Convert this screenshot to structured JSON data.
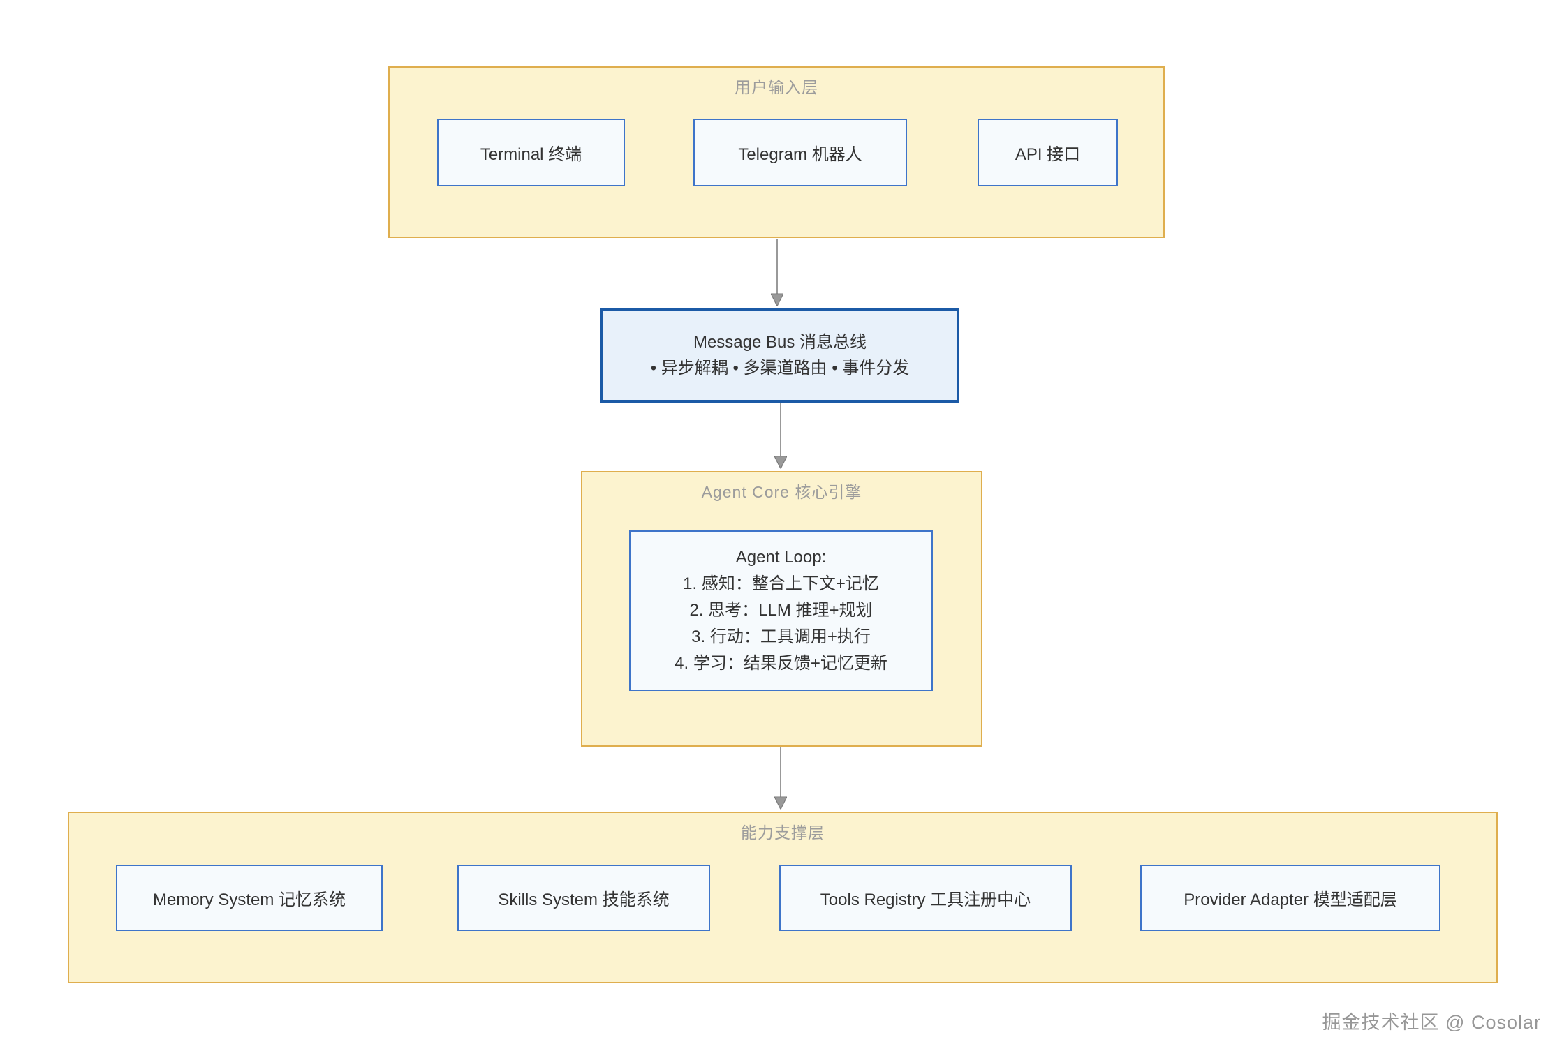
{
  "diagram": {
    "user_input_layer": {
      "title": "用户输入层",
      "nodes": [
        {
          "label": "Terminal 终端"
        },
        {
          "label": "Telegram 机器人"
        },
        {
          "label": "API 接口"
        }
      ]
    },
    "message_bus": {
      "line1": "Message Bus 消息总线",
      "line2": "• 异步解耦 • 多渠道路由 • 事件分发"
    },
    "agent_core": {
      "title": "Agent Core 核心引擎",
      "agent_loop": {
        "lines": [
          "Agent Loop:",
          "1. 感知：整合上下文+记忆",
          "2. 思考：LLM 推理+规划",
          "3. 行动：工具调用+执行",
          "4. 学习：结果反馈+记忆更新"
        ]
      }
    },
    "capability_layer": {
      "title": "能力支撑层",
      "nodes": [
        {
          "label": "Memory System 记忆系统"
        },
        {
          "label": "Skills System 技能系统"
        },
        {
          "label": "Tools Registry 工具注册中心"
        },
        {
          "label": "Provider Adapter 模型适配层"
        }
      ]
    },
    "watermark": "掘金技术社区 @ Cosolar",
    "colors": {
      "container_fill": "#FCF3CF",
      "container_border": "#DFAE4E",
      "node_fill": "#F6FAFD",
      "node_border": "#3E74C9",
      "bus_fill": "#E8F1FA",
      "bus_border": "#1B5AA6",
      "title_gray": "#9C9C9C",
      "text_color": "#333333",
      "arrow": "#999999"
    }
  }
}
